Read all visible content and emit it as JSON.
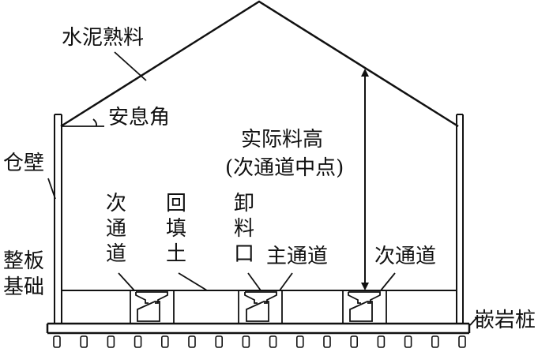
{
  "labels": {
    "cement_clinker": "水泥熟料",
    "repose_angle": "安息角",
    "silo_wall": "仓壁",
    "raft_line1": "整板",
    "raft_line2": "基础",
    "secondary_channel_left": "次通道",
    "backfill_soil": "回填土",
    "discharge_port": "卸料口",
    "main_channel": "主通道",
    "secondary_channel_right": "次通道",
    "actual_height_line1": "实际料高",
    "actual_height_line2": "(次通道中点)",
    "rock_socketed_pile": "嵌岩桩"
  },
  "colors": {
    "line": "#111111",
    "background": "#ffffff"
  }
}
